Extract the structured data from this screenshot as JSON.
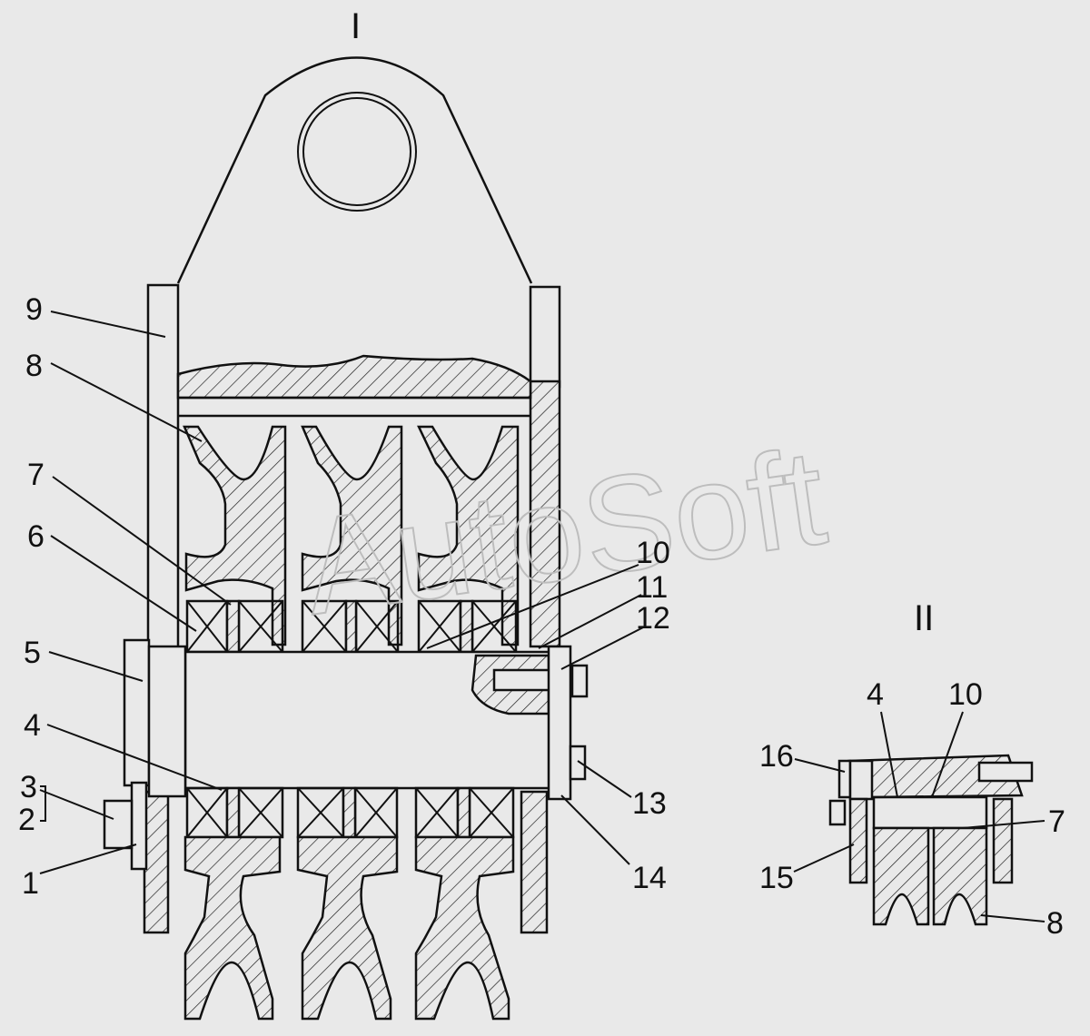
{
  "views": {
    "main": "I",
    "detail": "II"
  },
  "watermark": "AutoSoft",
  "callouts_main": [
    "1",
    "2",
    "3",
    "4",
    "5",
    "6",
    "7",
    "8",
    "9",
    "10",
    "11",
    "12",
    "13",
    "14"
  ],
  "callouts_detail": [
    "4",
    "10",
    "16",
    "7",
    "15",
    "8"
  ],
  "icons": {
    "bracket": "bracket-icon"
  }
}
